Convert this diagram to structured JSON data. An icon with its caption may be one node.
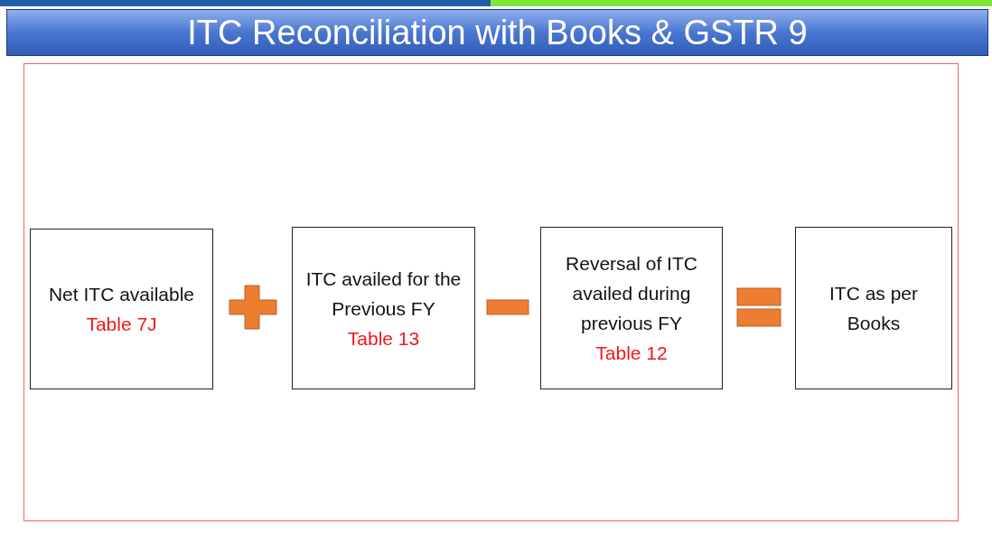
{
  "diagram": {
    "title": "ITC Reconciliation with Books & GSTR 9",
    "nodes": [
      {
        "text": [
          "Net ITC available",
          "Table 7J"
        ]
      },
      {
        "text": [
          "ITC availed for the Previous FY",
          "Table 13"
        ]
      },
      {
        "text": [
          "Reversal of ITC availed during previous FY",
          "Table 12"
        ]
      },
      {
        "text": [
          "ITC as per Books"
        ]
      }
    ]
  }
}
